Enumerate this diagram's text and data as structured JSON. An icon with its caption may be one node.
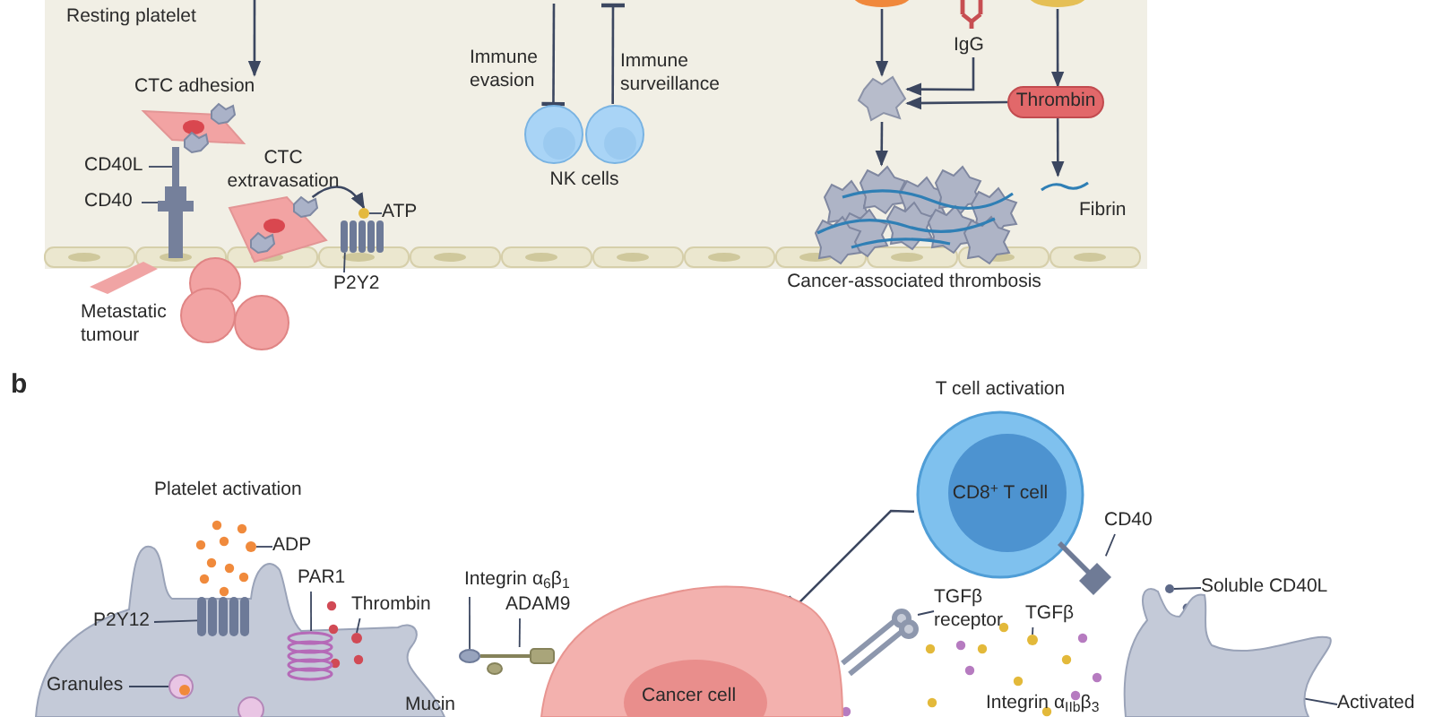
{
  "diagram": {
    "nodes": [
      {
        "text": [
          "Resting platelet"
        ]
      },
      {
        "text": [
          "CTC adhesion"
        ]
      },
      {
        "text": [
          "CTC extravasation"
        ]
      },
      {
        "text": [
          "ATP"
        ]
      },
      {
        "text": [
          "P2Y2"
        ]
      },
      {
        "text": [
          "CD40L"
        ]
      },
      {
        "text": [
          "CD40"
        ]
      },
      {
        "text": [
          "Metastatic tumour"
        ]
      },
      {
        "text": [
          "NK cells"
        ]
      },
      {
        "text": [
          "IgG"
        ]
      },
      {
        "text": [
          "Thrombin"
        ]
      },
      {
        "text": [],
        "shape": "picture"
      },
      {
        "text": [
          "Cancer-associated thrombosis"
        ]
      },
      {
        "text": [
          "Fibrin"
        ]
      },
      {
        "text": [
          "ADP"
        ]
      },
      {
        "text": [
          "P2Y12"
        ]
      },
      {
        "text": [
          "PAR1"
        ]
      },
      {
        "text": [
          "Thrombin"
        ]
      },
      {
        "text": [
          "Granules"
        ]
      },
      {
        "text": [
          "Integrin α$_{6}$β$_{1}$"
        ]
      },
      {
        "text": [
          "ADAM9"
        ]
      },
      {
        "text": [
          "Cancer cell"
        ]
      },
      {
        "text": [
          "CD8$^{+}$ T cell"
        ],
        "beside": [
          "T cell activation"
        ]
      },
      {
        "text": [
          "TGFβ receptor"
        ]
      },
      {
        "text": [
          "TGFβ"
        ]
      },
      {
        "text": [
          "CD40"
        ]
      },
      {
        "text": [
          "Soluble CD40L"
        ]
      },
      {
        "text": [
          "Activated"
        ]
      },
      {
        "text": [],
        "shape": "circle"
      },
      {
        "text": [],
        "shape": "picture"
      },
      {
        "text": [],
        "shape": "bar"
      },
      {
        "text": [],
        "shape": "picture"
      },
      {
        "text": [],
        "shape": "circle"
      },
      {
        "text": [],
        "shape": "picture"
      },
      {
        "text": [],
        "shape": "picture"
      },
      {
        "text": [],
        "shape": "circle"
      },
      {
        "text": [],
        "shape": "picture"
      },
      {
        "text": [],
        "shape": "circle"
      },
      {
        "text": [],
        "shape": "picture"
      },
      {
        "text": [],
        "shape": "picture"
      },
      {
        "text": [],
        "shape": "circle"
      },
      {
        "text": [],
        "shape": "picture"
      },
      {
        "text": [],
        "shape": "circle"
      },
      {
        "text": [],
        "shape": "picture"
      }
    ],
    "edges": [
      {
        "from": null,
        "to": 1,
        "arrow": "to"
      },
      {
        "from": 2,
        "to": 28,
        "arrow": "to"
      },
      {
        "from": 3,
        "to": 28,
        "arrow": "none"
      },
      {
        "from": 4,
        "to": 29,
        "arrow": "none"
      },
      {
        "from": 5,
        "to": 30,
        "arrow": "none"
      },
      {
        "from": 6,
        "to": 31,
        "arrow": "none"
      },
      {
        "from": null,
        "to": 8,
        "arrow": "other",
        "label": "Immune evasion"
      },
      {
        "from": 8,
        "to": null,
        "arrow": "other",
        "label": "Immune surveillance"
      },
      {
        "from": null,
        "to": 11,
        "arrow": "to"
      },
      {
        "from": 9,
        "to": 11,
        "arrow": "to"
      },
      {
        "from": 10,
        "to": 11,
        "arrow": "to"
      },
      {
        "from": null,
        "to": 10,
        "arrow": "to"
      },
      {
        "from": 11,
        "to": 12,
        "arrow": "to"
      },
      {
        "from": 10,
        "to": 13,
        "arrow": "to"
      },
      {
        "from": 14,
        "to": 32,
        "arrow": "none"
      },
      {
        "from": 15,
        "to": 33,
        "arrow": "none"
      },
      {
        "from": 16,
        "to": 34,
        "arrow": "none"
      },
      {
        "from": 17,
        "to": 35,
        "arrow": "none"
      },
      {
        "from": 18,
        "to": 36,
        "arrow": "none"
      },
      {
        "from": 19,
        "to": 37,
        "arrow": "none"
      },
      {
        "from": 20,
        "to": 38,
        "arrow": "none"
      },
      {
        "from": 22,
        "to": 21,
        "arrow": "other"
      },
      {
        "from": 23,
        "to": 39,
        "arrow": "none"
      },
      {
        "from": 24,
        "to": 40,
        "arrow": "none"
      },
      {
        "from": 25,
        "to": 41,
        "arrow": "none"
      },
      {
        "from": 26,
        "to": 42,
        "arrow": "none"
      },
      {
        "from": 27,
        "to": 43,
        "arrow": "none"
      }
    ],
    "labels": [
      "b",
      "Platelet activation",
      "Mucin",
      "Integrin α$_{IIb}$β$_{3}$"
    ]
  }
}
